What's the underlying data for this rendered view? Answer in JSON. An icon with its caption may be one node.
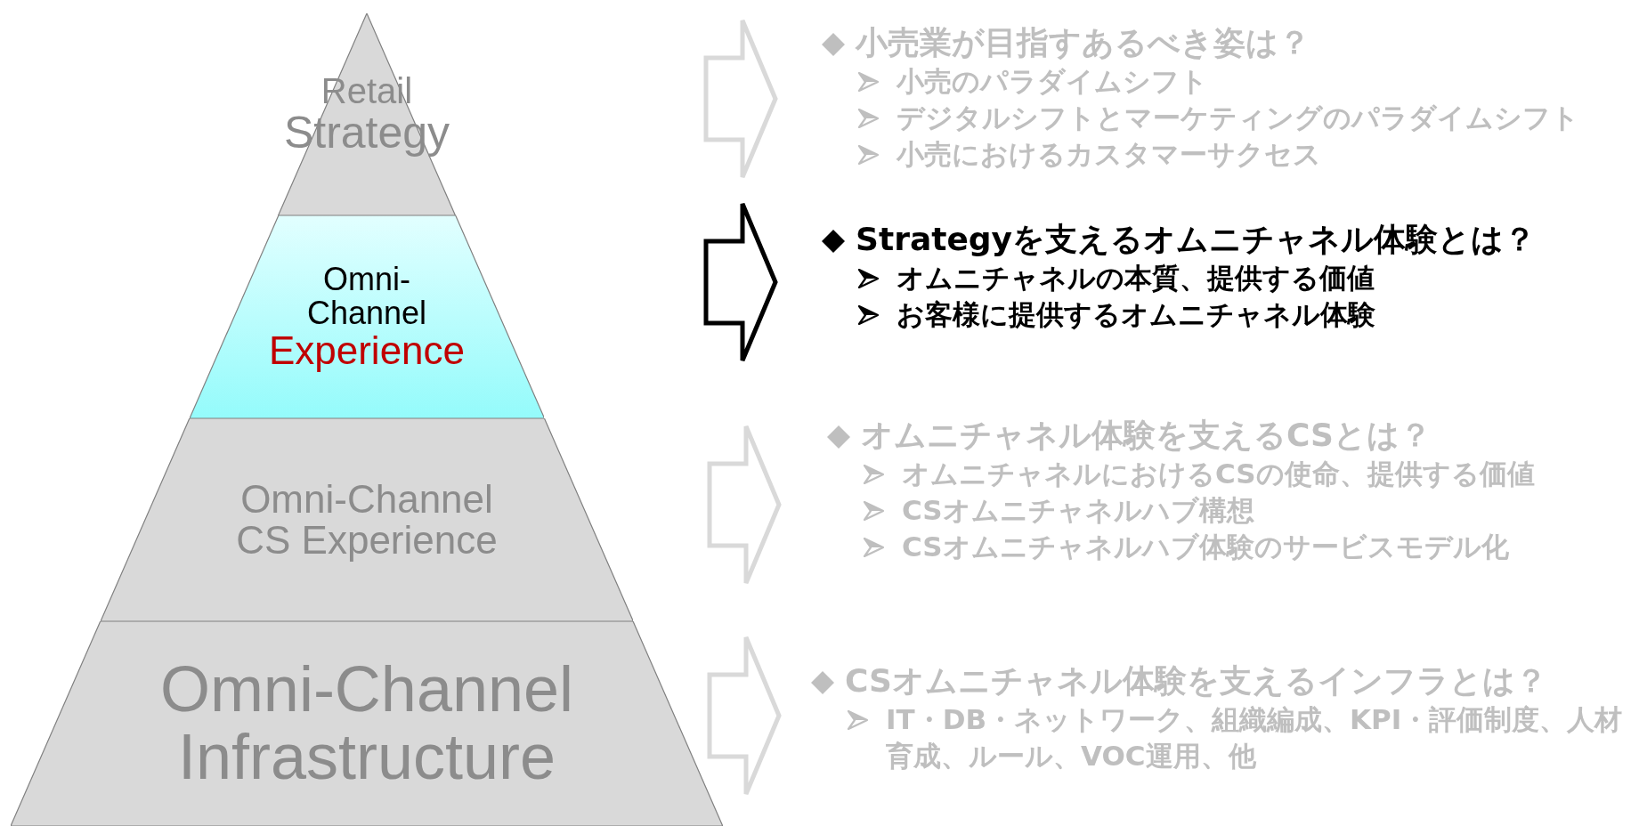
{
  "diagram": {
    "nodes": [
      {
        "text": [
          "Retail",
          "Strategy"
        ]
      },
      {
        "text": [
          "Omni- Channel",
          "Experience"
        ]
      },
      {
        "text": [
          "Omni-Channel CS Experience"
        ]
      },
      {
        "text": [
          "Omni-Channel Infrastructure"
        ]
      },
      {
        "text": [
          "小売業が目指すあるべき姿は？",
          "小売のパラダイムシフト",
          "デジタルシフトとマーケティングのパラダイムシフト",
          "小売におけるカスタマーサクセス"
        ]
      },
      {
        "text": [
          "Strategyを支えるオムニチャネル体験とは？",
          "オムニチャネルの本質、提供する価値",
          "お客様に提供するオムニチャネル体験"
        ]
      },
      {
        "text": [
          "オムニチャネル体験を支えるCSとは？",
          "オムニチャネルにおけるCSの使命、提供する価値",
          "CSオムニチャネルハブ構想",
          "CSオムニチャネルハブ体験のサービスモデル化"
        ]
      },
      {
        "text": [
          "CSオムニチャネル体験を支えるインフラとは？",
          "IT・DB・ネットワーク、組織編成、KPI・評価制度、人材育成、ルール、VOC運用、他"
        ]
      }
    ],
    "edges": [
      {
        "from": null,
        "to": 4,
        "arrow": "to"
      },
      {
        "from": null,
        "to": 5,
        "arrow": "to",
        "color": "#000000"
      },
      {
        "from": null,
        "to": 6,
        "arrow": "to"
      },
      {
        "from": null,
        "to": 7,
        "arrow": "to"
      }
    ]
  }
}
